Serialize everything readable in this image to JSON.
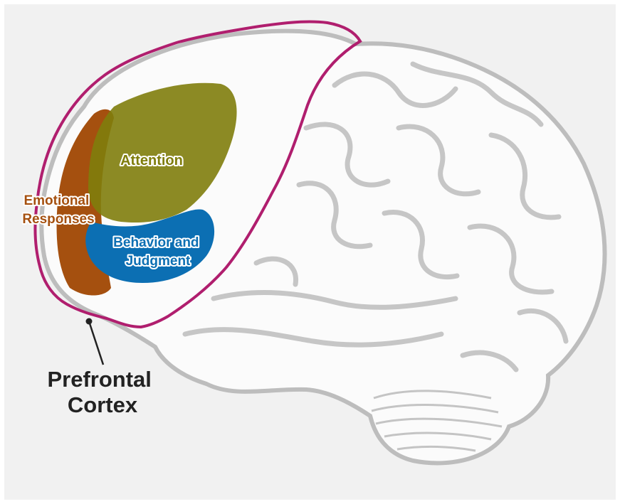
{
  "labels": {
    "emotional_responses": [
      "Emotional",
      "Responses"
    ],
    "attention": "Attention",
    "behavior_judgment": [
      "Behavior and",
      "Judgment"
    ],
    "prefrontal_cortex": [
      "Prefrontal",
      "Cortex"
    ]
  },
  "colors": {
    "background": "#f1f1f1",
    "brain_fill": "#fbfbfb",
    "brain_outline": "#bdbdbd",
    "prefrontal_outline": "#b01e6e",
    "emotional_responses": "#a5500f",
    "attention": "#7f7d0c",
    "behavior_judgment": "#0c6fb3",
    "pointer_text": "#222222"
  }
}
